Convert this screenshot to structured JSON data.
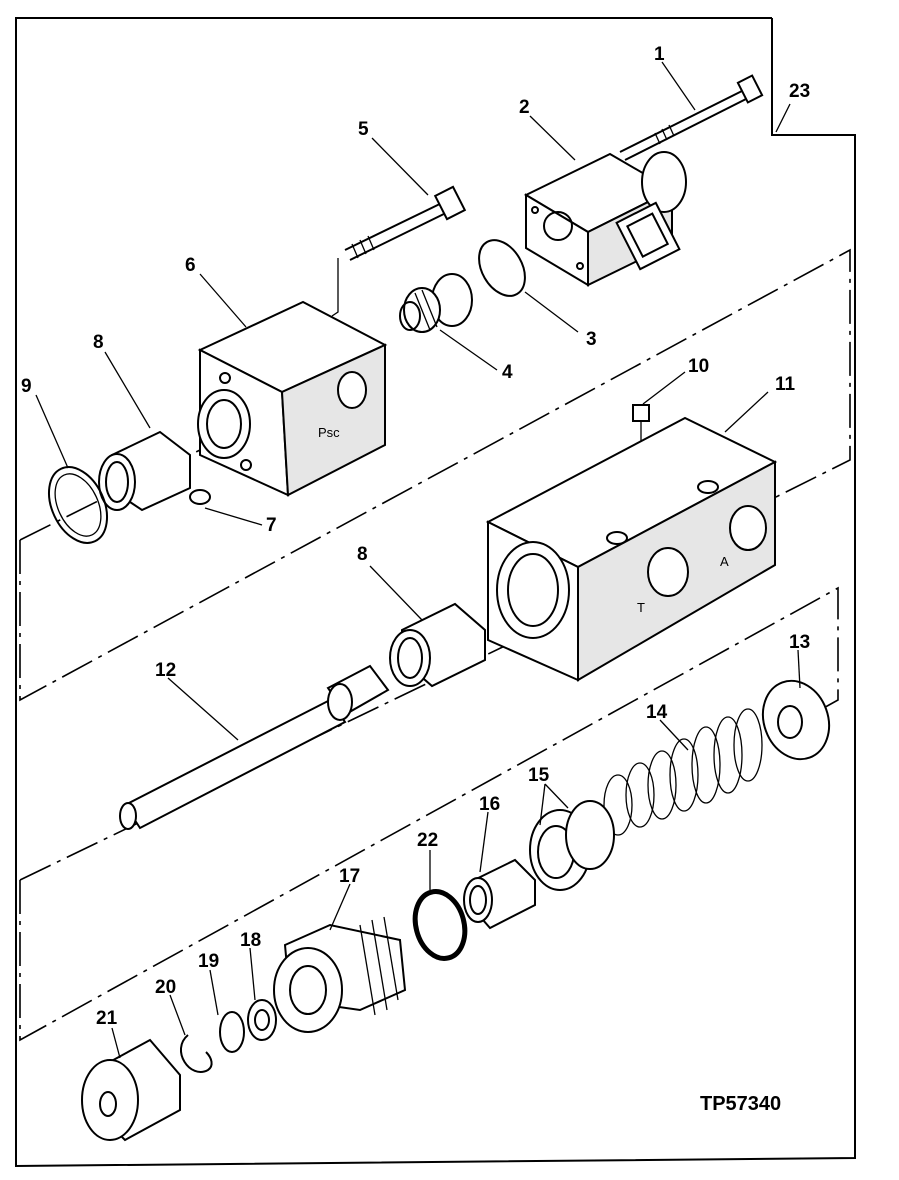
{
  "figure_ref": "TP57340",
  "ports": {
    "psc": "Psc",
    "t": "T",
    "a": "A"
  },
  "callouts": [
    {
      "id": "1",
      "label": "1"
    },
    {
      "id": "2",
      "label": "2"
    },
    {
      "id": "3",
      "label": "3"
    },
    {
      "id": "4",
      "label": "4"
    },
    {
      "id": "5",
      "label": "5"
    },
    {
      "id": "6",
      "label": "6"
    },
    {
      "id": "7",
      "label": "7"
    },
    {
      "id": "8a",
      "label": "8"
    },
    {
      "id": "8b",
      "label": "8"
    },
    {
      "id": "9",
      "label": "9"
    },
    {
      "id": "10",
      "label": "10"
    },
    {
      "id": "11",
      "label": "11"
    },
    {
      "id": "12",
      "label": "12"
    },
    {
      "id": "13",
      "label": "13"
    },
    {
      "id": "14",
      "label": "14"
    },
    {
      "id": "15",
      "label": "15"
    },
    {
      "id": "16",
      "label": "16"
    },
    {
      "id": "17",
      "label": "17"
    },
    {
      "id": "18",
      "label": "18"
    },
    {
      "id": "19",
      "label": "19"
    },
    {
      "id": "20",
      "label": "20"
    },
    {
      "id": "21",
      "label": "21"
    },
    {
      "id": "22",
      "label": "22"
    },
    {
      "id": "23",
      "label": "23"
    }
  ]
}
